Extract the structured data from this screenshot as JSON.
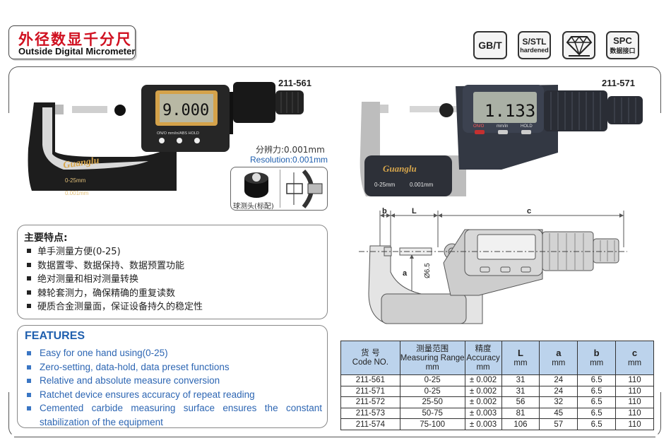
{
  "header": {
    "title_cn": "外径数显千分尺",
    "title_en": "Outside Digital Micrometer"
  },
  "badges": {
    "gbt": "GB/T",
    "sstl_1": "S/STL",
    "sstl_2": "hardened",
    "diamond_icon": "diamond-icon",
    "spc_1": "SPC",
    "spc_2": "数据接口"
  },
  "products": {
    "left_code": "211-561",
    "left_display": "9.000",
    "left_button_label": "ON/O  mm/in/ABS HOLD",
    "left_brand": "Guanglu",
    "left_range": "0-25mm",
    "left_resolution": "0.001mm",
    "right_code": "211-571",
    "right_display": "1.133",
    "right_button_labels": [
      "ON/O",
      "mm/in",
      "HOLD"
    ],
    "right_brand": "Guanglu",
    "right_range": "0-25mm",
    "right_resolution": "0.001mm"
  },
  "resolution": {
    "cn": "分辨力:0.001mm",
    "en": "Resolution:0.001mm",
    "accessory_label": "球测头(标配)"
  },
  "diagram": {
    "dim_b": "b",
    "dim_L": "L",
    "dim_c": "c",
    "dim_a": "a",
    "dim_d": "Ø6.5"
  },
  "features_cn": {
    "title": "主要特点:",
    "items": [
      "单手测量方便(0-25)",
      "数据置零、数据保持、数据预置功能",
      "绝对测量和相对测量转换",
      "棘轮套测力，确保精确的重复读数",
      "硬质合金测量面，保证设备持久的稳定性"
    ]
  },
  "features_en": {
    "title": "FEATURES",
    "items": [
      "Easy for one hand using(0-25)",
      "Zero-setting, data-hold, data preset functions",
      "Relative and absolute measure conversion",
      "Ratchet device ensures accuracy of repeat reading",
      "Cemented carbide measuring surface ensures the constant",
      "stabilization of the equipment"
    ]
  },
  "table": {
    "headers": {
      "code_cn": "货  号",
      "code_en": "Code NO.",
      "range_cn": "测量范围",
      "range_en": "Measuring Range",
      "range_unit": "mm",
      "acc_cn": "精度",
      "acc_en": "Accuracy",
      "acc_unit": "mm",
      "L": "L",
      "a": "a",
      "b": "b",
      "c": "c",
      "unit": "mm"
    },
    "rows": [
      [
        "211-561",
        "0-25",
        "± 0.002",
        "31",
        "24",
        "6.5",
        "110"
      ],
      [
        "211-571",
        "0-25",
        "± 0.002",
        "31",
        "24",
        "6.5",
        "110"
      ],
      [
        "211-572",
        "25-50",
        "± 0.002",
        "56",
        "32",
        "6.5",
        "110"
      ],
      [
        "211-573",
        "50-75",
        "± 0.003",
        "81",
        "45",
        "6.5",
        "110"
      ],
      [
        "211-574",
        "75-100",
        "± 0.003",
        "106",
        "57",
        "6.5",
        "110"
      ]
    ]
  }
}
